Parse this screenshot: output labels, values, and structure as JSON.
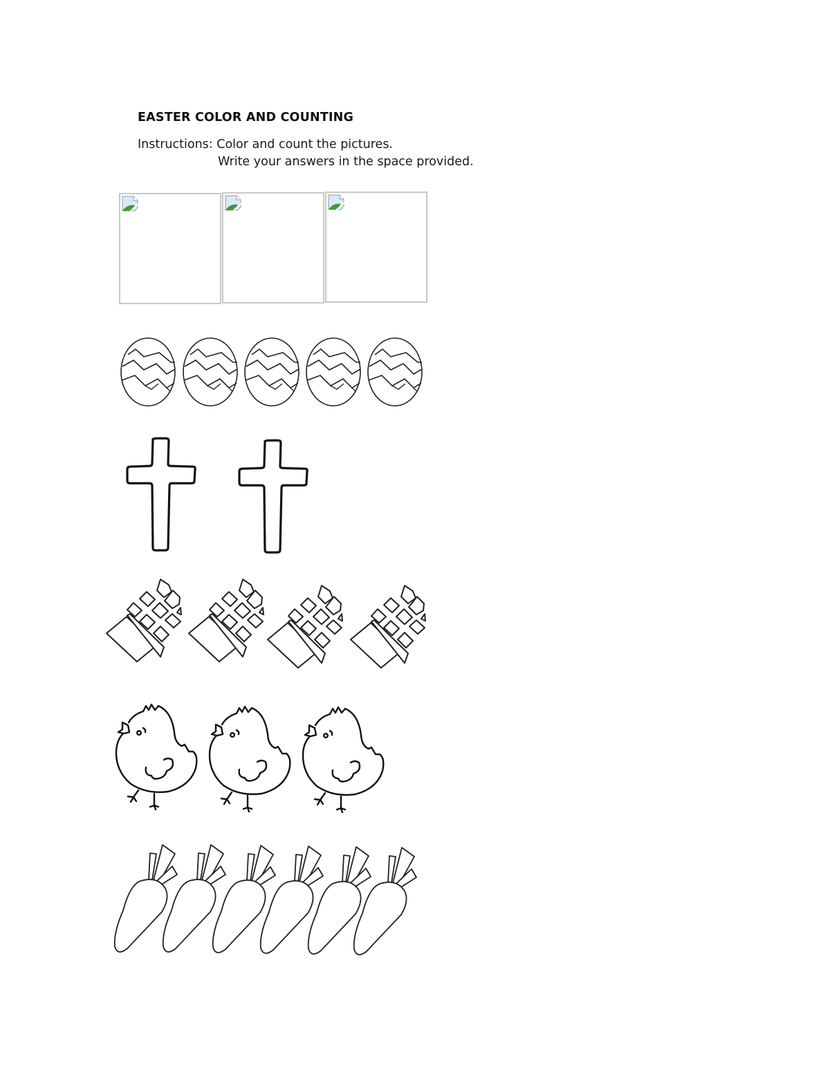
{
  "worksheet": {
    "title": "EASTER COLOR AND COUNTING",
    "instructions_line1": "Instructions: Color and count the pictures.",
    "instructions_line2": "Write your answers in the space provided."
  },
  "broken_images": [
    {
      "icon": "broken-image-icon"
    },
    {
      "icon": "broken-image-icon"
    },
    {
      "icon": "broken-image-icon"
    }
  ],
  "rows": [
    {
      "object": "easter-egg",
      "count": 5
    },
    {
      "object": "cross",
      "count": 2
    },
    {
      "object": "chocolate-bar",
      "count": 4
    },
    {
      "object": "chick",
      "count": 3
    },
    {
      "object": "carrot",
      "count": 6
    }
  ],
  "colors": {
    "outline": "#222222",
    "placeholder_border": "#c8c8c8"
  }
}
